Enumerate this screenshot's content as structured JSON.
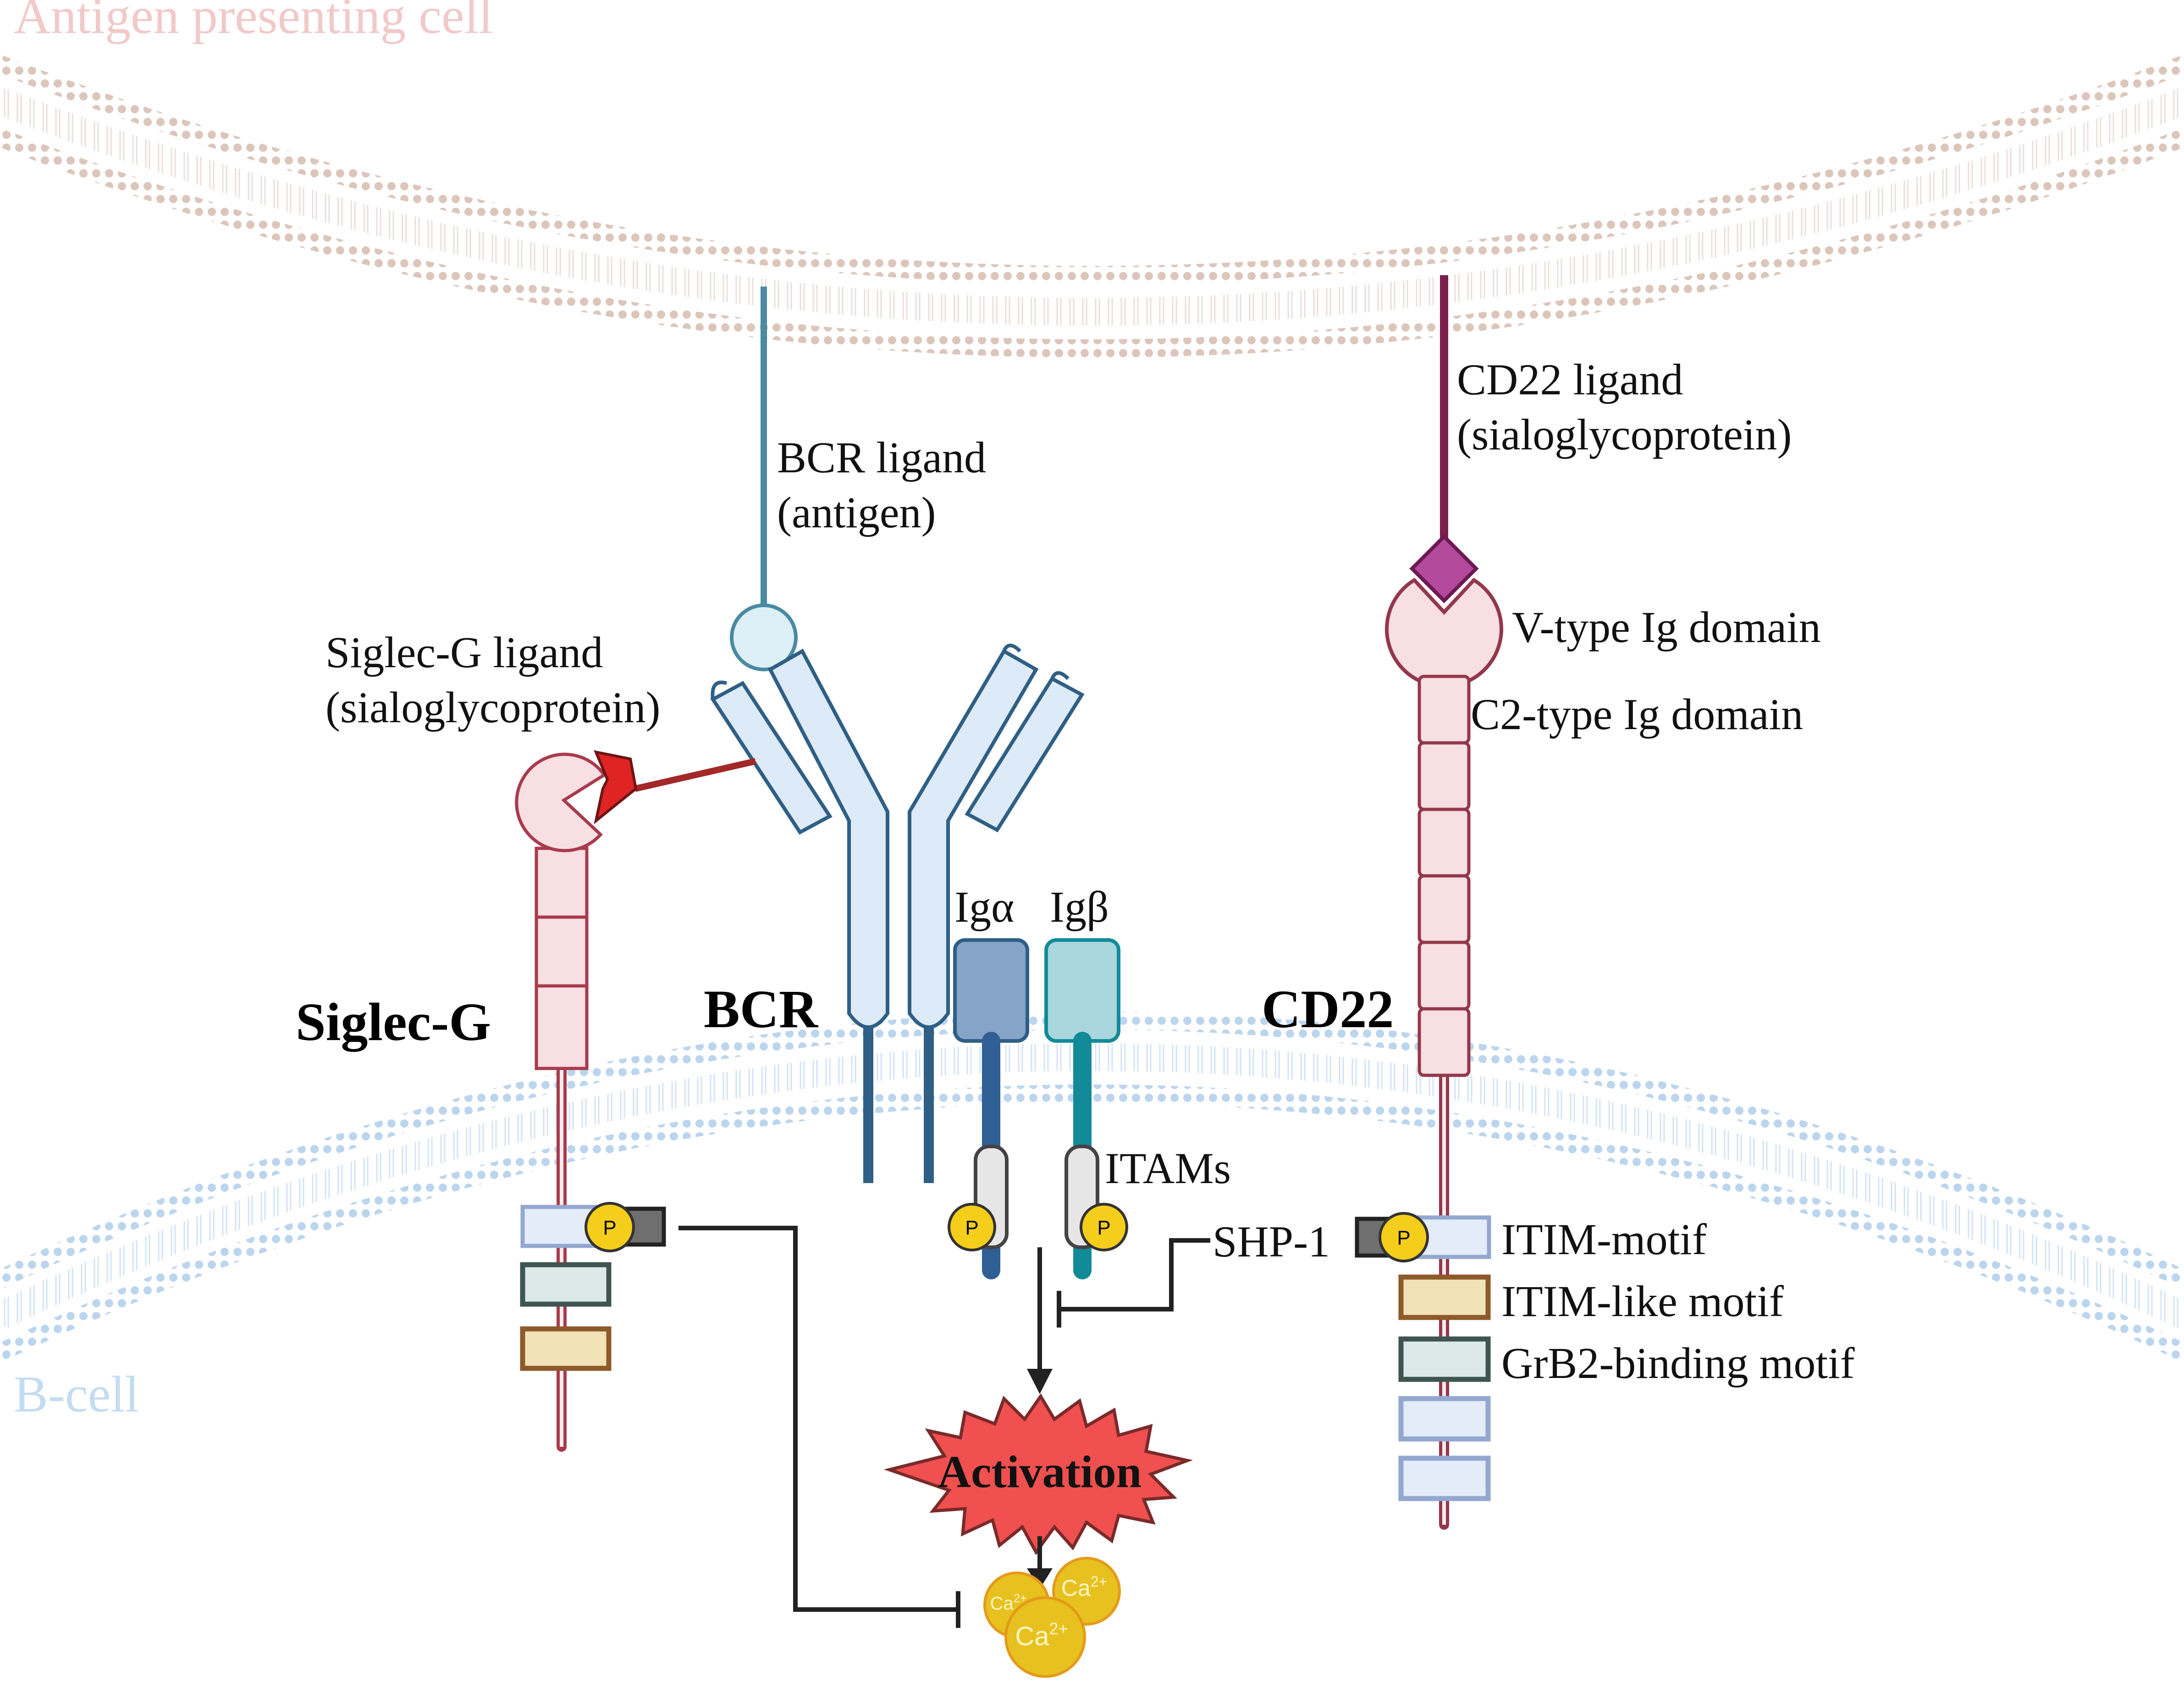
{
  "cells": {
    "top_label": "Antigen presenting cell",
    "bottom_label": "B-cell"
  },
  "labels": {
    "bcr_ligand": [
      "BCR ligand",
      "(antigen)"
    ],
    "cd22_ligand": [
      "CD22 ligand",
      "(sialoglycoprotein)"
    ],
    "siglec_ligand": [
      "Siglec-G ligand",
      "(sialoglycoprotein)"
    ],
    "v_domain": "V-type Ig domain",
    "c2_domain": "C2-type Ig domain",
    "ig_alpha": "Igα",
    "ig_beta": "Igβ",
    "siglec_g": "Siglec-G",
    "bcr": "BCR",
    "cd22": "CD22",
    "itams": "ITAMs",
    "shp1": "SHP-1",
    "itim_motif": "ITIM-motif",
    "itim_like": "ITIM-like motif",
    "grb2": "GrB2-binding motif",
    "activation": "Activation",
    "phospho": "P",
    "calcium": "Ca",
    "calcium_charge": "2+"
  },
  "colors": {
    "apc_membrane": "#dcc6bb",
    "apc_label": "#f1c9c9",
    "bcell_membrane": "#bcd5ee",
    "bcell_label": "#c3dcf1",
    "bcr_fill": "#ddeaf7",
    "bcr_stroke": "#2f5f85",
    "ig_alpha": "#86a3c8",
    "ig_beta": "#a9d7dd",
    "cd22_stroke": "#93384b",
    "domain_fill": "#f8dfe2",
    "ligand_cd22": "#b44a9b",
    "ligand_siglec": "#e02424",
    "activation": "#f0504f",
    "phospho": "#f5cd1b",
    "calcium": "#e7c11f"
  }
}
